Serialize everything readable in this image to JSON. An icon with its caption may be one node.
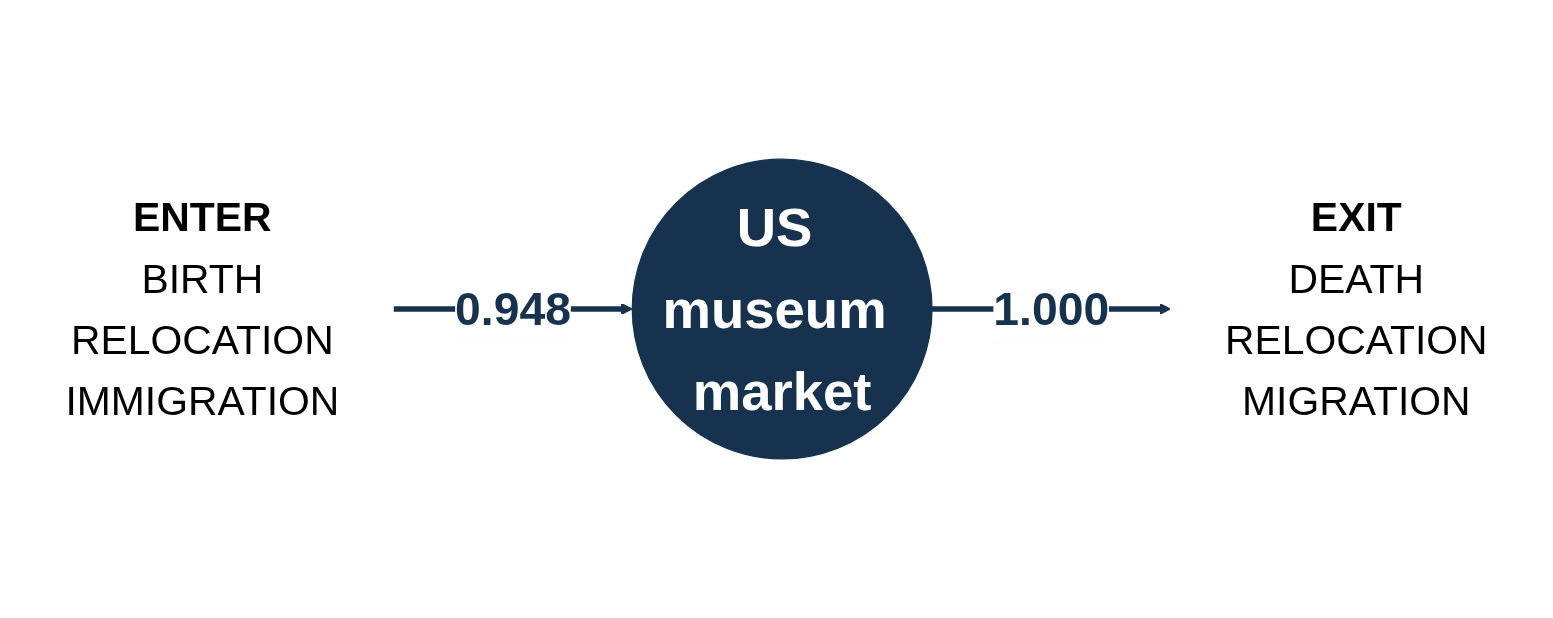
{
  "diagram": {
    "nodes": [
      {
        "text": [
          "ENTER",
          "BIRTH",
          "RELOCATION",
          "IMMIGRATION"
        ]
      },
      {
        "text": [
          "US museum market"
        ]
      },
      {
        "text": [
          "EXIT",
          "DEATH",
          "RELOCATION",
          "MIGRATION"
        ]
      }
    ],
    "edges": [
      {
        "from": 0,
        "to": 1,
        "arrow": "to",
        "label": "0.948"
      },
      {
        "from": 1,
        "to": 2,
        "arrow": "to",
        "label": "1.000"
      }
    ]
  }
}
